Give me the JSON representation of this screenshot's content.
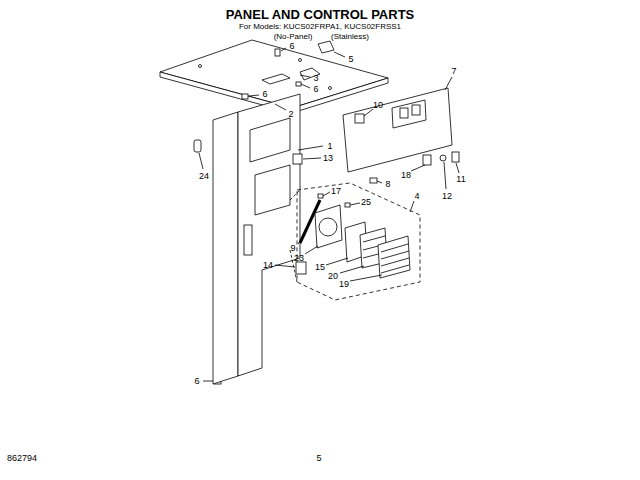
{
  "diagram": {
    "title": "PANEL AND CONTROL PARTS",
    "labels": [
      "For Models: KUCS02FRPA1, KUCS02FRSS1",
      "(No-Panel)",
      "(Stainless)",
      "6",
      "5",
      "3",
      "6",
      "6",
      "2",
      "7",
      "10",
      "1",
      "13",
      "24",
      "8",
      "18",
      "12",
      "11",
      "4",
      "17",
      "25",
      "9",
      "23",
      "14",
      "15",
      "20",
      "19",
      "6",
      "862794",
      "5"
    ]
  }
}
